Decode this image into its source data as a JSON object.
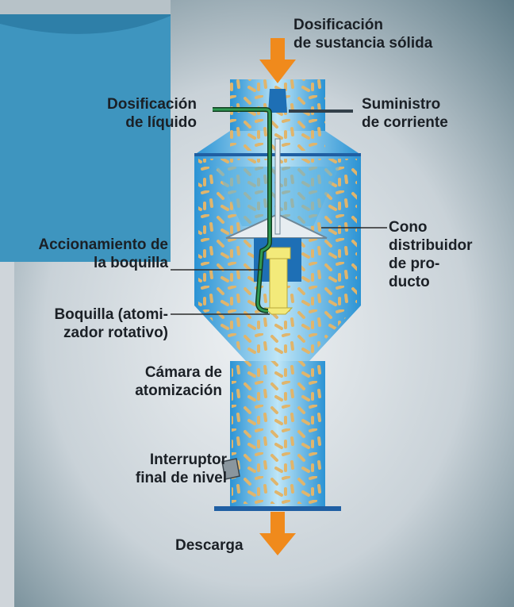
{
  "labels": {
    "solid_dosing": "Dosificación\nde sustancia sólida",
    "liquid_dosing": "Dosificación\nde líquido",
    "power_supply": "Suministro\nde corriente",
    "nozzle_drive": "Accionamiento de\nla boquilla",
    "distributor_cone": "Cono\ndistribuidor\nde pro-\nducto",
    "nozzle": "Boquilla (atomi-\nzador rotativo)",
    "chamber": "Cámara de\natomización",
    "level_switch": "Interruptor\nfinal de nivel",
    "discharge": "Descarga"
  },
  "colors": {
    "arrow": "#f08a1c",
    "vessel_light": "#9fd6f0",
    "vessel_dark": "#3aa3dc",
    "pipe_green": "#1f7a3c",
    "particles": "#d9b26a",
    "nozzle_yellow": "#f3ea7a"
  }
}
